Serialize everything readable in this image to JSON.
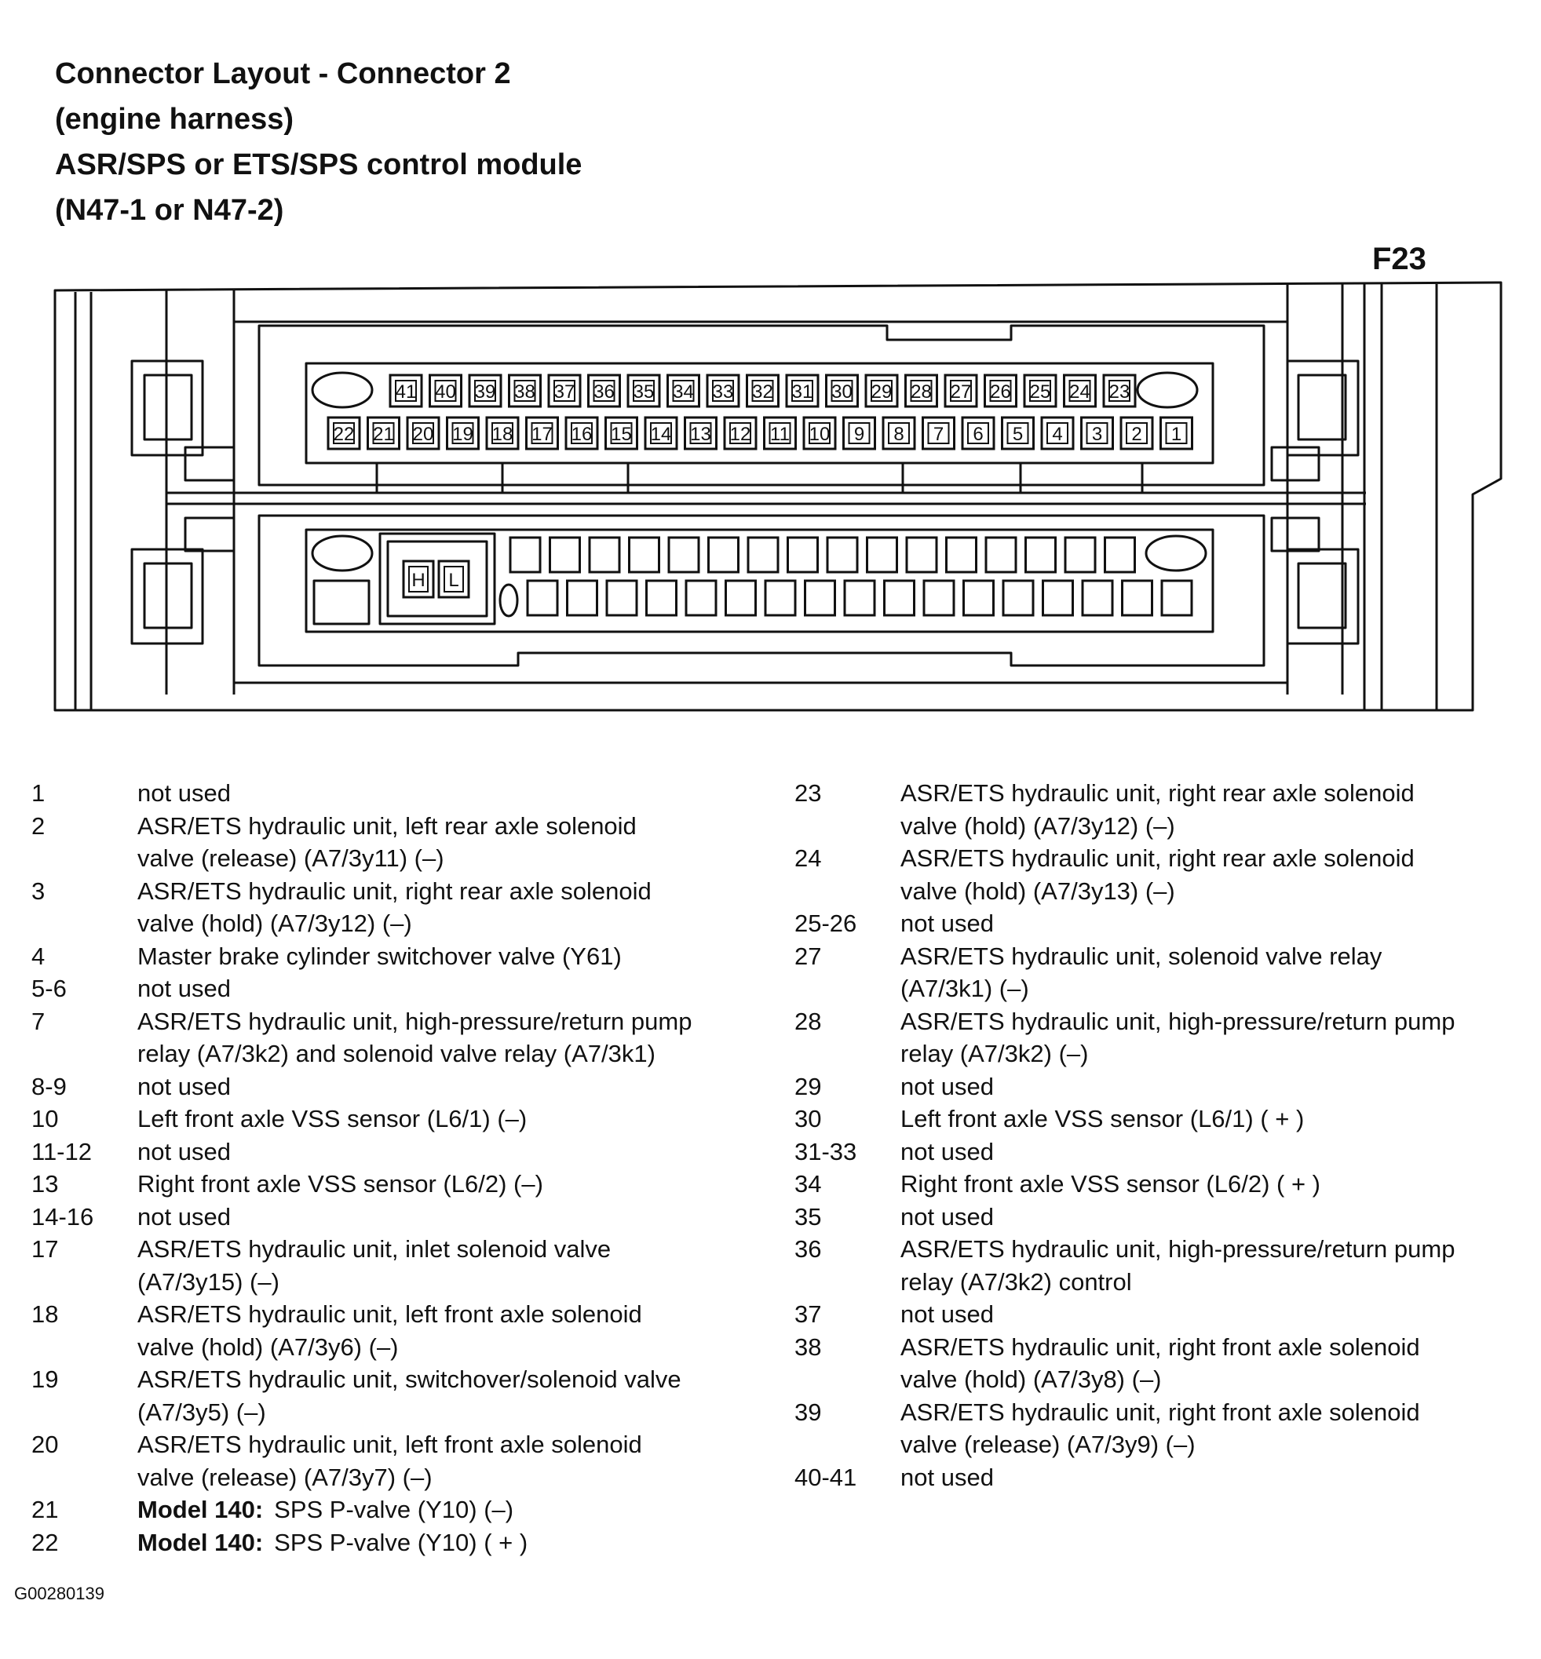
{
  "title_lines": [
    "Connector Layout - Connector 2",
    "(engine harness)",
    "ASR/SPS or ETS/SPS control module",
    "(N47-1 or N47-2)"
  ],
  "figure_label": "F23",
  "connector": {
    "top_row_pins": [
      "41",
      "40",
      "39",
      "38",
      "37",
      "36",
      "35",
      "34",
      "33",
      "32",
      "31",
      "30",
      "29",
      "28",
      "27",
      "26",
      "25",
      "24",
      "23"
    ],
    "bottom_row_pins": [
      "22",
      "21",
      "20",
      "19",
      "18",
      "17",
      "16",
      "15",
      "14",
      "13",
      "12",
      "11",
      "10",
      "9",
      "8",
      "7",
      "6",
      "5",
      "4",
      "3",
      "2",
      "1"
    ],
    "lower_block_labels": [
      "H",
      "L"
    ],
    "lower_block_top_count": 16,
    "lower_block_bottom_count": 17
  },
  "pin_list_left": [
    {
      "pin": "1",
      "lines": [
        "not used"
      ]
    },
    {
      "pin": "2",
      "lines": [
        "ASR/ETS hydraulic unit, left rear axle solenoid",
        "valve (release)  (A7/3y11)  (–)"
      ]
    },
    {
      "pin": "3",
      "lines": [
        "ASR/ETS hydraulic unit, right rear axle solenoid",
        "valve (hold)  (A7/3y12)  (–)"
      ]
    },
    {
      "pin": "4",
      "lines": [
        "Master brake cylinder switchover valve (Y61)"
      ]
    },
    {
      "pin": "5-6",
      "lines": [
        "not used"
      ]
    },
    {
      "pin": "7",
      "lines": [
        "ASR/ETS hydraulic unit, high-pressure/return pump",
        "relay (A7/3k2) and solenoid valve relay (A7/3k1)"
      ]
    },
    {
      "pin": "8-9",
      "lines": [
        "not used"
      ]
    },
    {
      "pin": "10",
      "lines": [
        "Left front axle VSS sensor (L6/1)  (–)"
      ]
    },
    {
      "pin": "11-12",
      "lines": [
        "not used"
      ]
    },
    {
      "pin": "13",
      "lines": [
        "Right front axle VSS sensor (L6/2)  (–)"
      ]
    },
    {
      "pin": "14-16",
      "lines": [
        "not used"
      ]
    },
    {
      "pin": "17",
      "lines": [
        "ASR/ETS hydraulic unit, inlet solenoid valve",
        "(A7/3y15)  (–)"
      ]
    },
    {
      "pin": "18",
      "lines": [
        "ASR/ETS hydraulic unit, left front axle solenoid",
        "valve (hold)  (A7/3y6)  (–)"
      ]
    },
    {
      "pin": "19",
      "lines": [
        "ASR/ETS hydraulic unit, switchover/solenoid valve",
        "(A7/3y5)  (–)"
      ]
    },
    {
      "pin": "20",
      "lines": [
        "ASR/ETS hydraulic unit, left front axle solenoid",
        "valve (release)  (A7/3y7)  (–)"
      ]
    },
    {
      "pin": "21",
      "bold": "Model 140:",
      "lines": [
        "SPS P-valve (Y10)  (–)"
      ]
    },
    {
      "pin": "22",
      "bold": "Model 140:",
      "lines": [
        "SPS P-valve (Y10)  ( + )"
      ]
    }
  ],
  "pin_list_right": [
    {
      "pin": "23",
      "lines": [
        "ASR/ETS hydraulic unit, right rear axle solenoid",
        "valve (hold)  (A7/3y12)  (–)"
      ]
    },
    {
      "pin": "24",
      "lines": [
        "ASR/ETS hydraulic unit, right rear axle solenoid",
        "valve (hold)  (A7/3y13)  (–)"
      ]
    },
    {
      "pin": "25-26",
      "lines": [
        "not used"
      ]
    },
    {
      "pin": "27",
      "lines": [
        "ASR/ETS hydraulic unit, solenoid valve relay",
        "(A7/3k1)  (–)"
      ]
    },
    {
      "pin": "28",
      "lines": [
        "ASR/ETS hydraulic unit, high-pressure/return pump",
        "relay (A7/3k2)  (–)"
      ]
    },
    {
      "pin": "29",
      "lines": [
        "not used"
      ]
    },
    {
      "pin": "30",
      "lines": [
        "Left front axle VSS sensor (L6/1)  ( + )"
      ]
    },
    {
      "pin": "31-33",
      "lines": [
        "not used"
      ]
    },
    {
      "pin": "34",
      "lines": [
        "Right front axle VSS sensor (L6/2)  ( + )"
      ]
    },
    {
      "pin": "35",
      "lines": [
        "not used"
      ]
    },
    {
      "pin": "36",
      "lines": [
        "ASR/ETS hydraulic unit, high-pressure/return pump",
        "relay (A7/3k2) control"
      ]
    },
    {
      "pin": "37",
      "lines": [
        "not used"
      ]
    },
    {
      "pin": "38",
      "lines": [
        "ASR/ETS hydraulic unit, right front axle solenoid",
        "valve (hold)  (A7/3y8)  (–)"
      ]
    },
    {
      "pin": "39",
      "lines": [
        "ASR/ETS hydraulic unit, right front axle solenoid",
        "valve (release)  (A7/3y9)  (–)"
      ]
    },
    {
      "pin": "40-41",
      "lines": [
        "not used"
      ]
    }
  ],
  "footer_code": "G00280139",
  "colors": {
    "ink": "#111111",
    "background": "#ffffff"
  }
}
